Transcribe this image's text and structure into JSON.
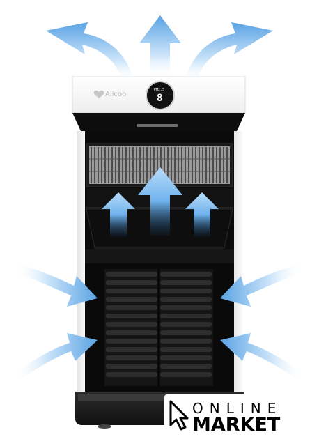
{
  "product": {
    "brand_label": "Alicoo",
    "display_value": "8",
    "display_indicator": "PM2.5"
  },
  "watermark": {
    "line1": "ONLINE",
    "line2": "MARKET"
  },
  "colors": {
    "arrow_light": "#d9ecfb",
    "arrow_mid": "#8cc3ef",
    "arrow_dark": "#4d95dc",
    "body_white": "#f6f6f6",
    "interior": "#0c0c0c"
  }
}
